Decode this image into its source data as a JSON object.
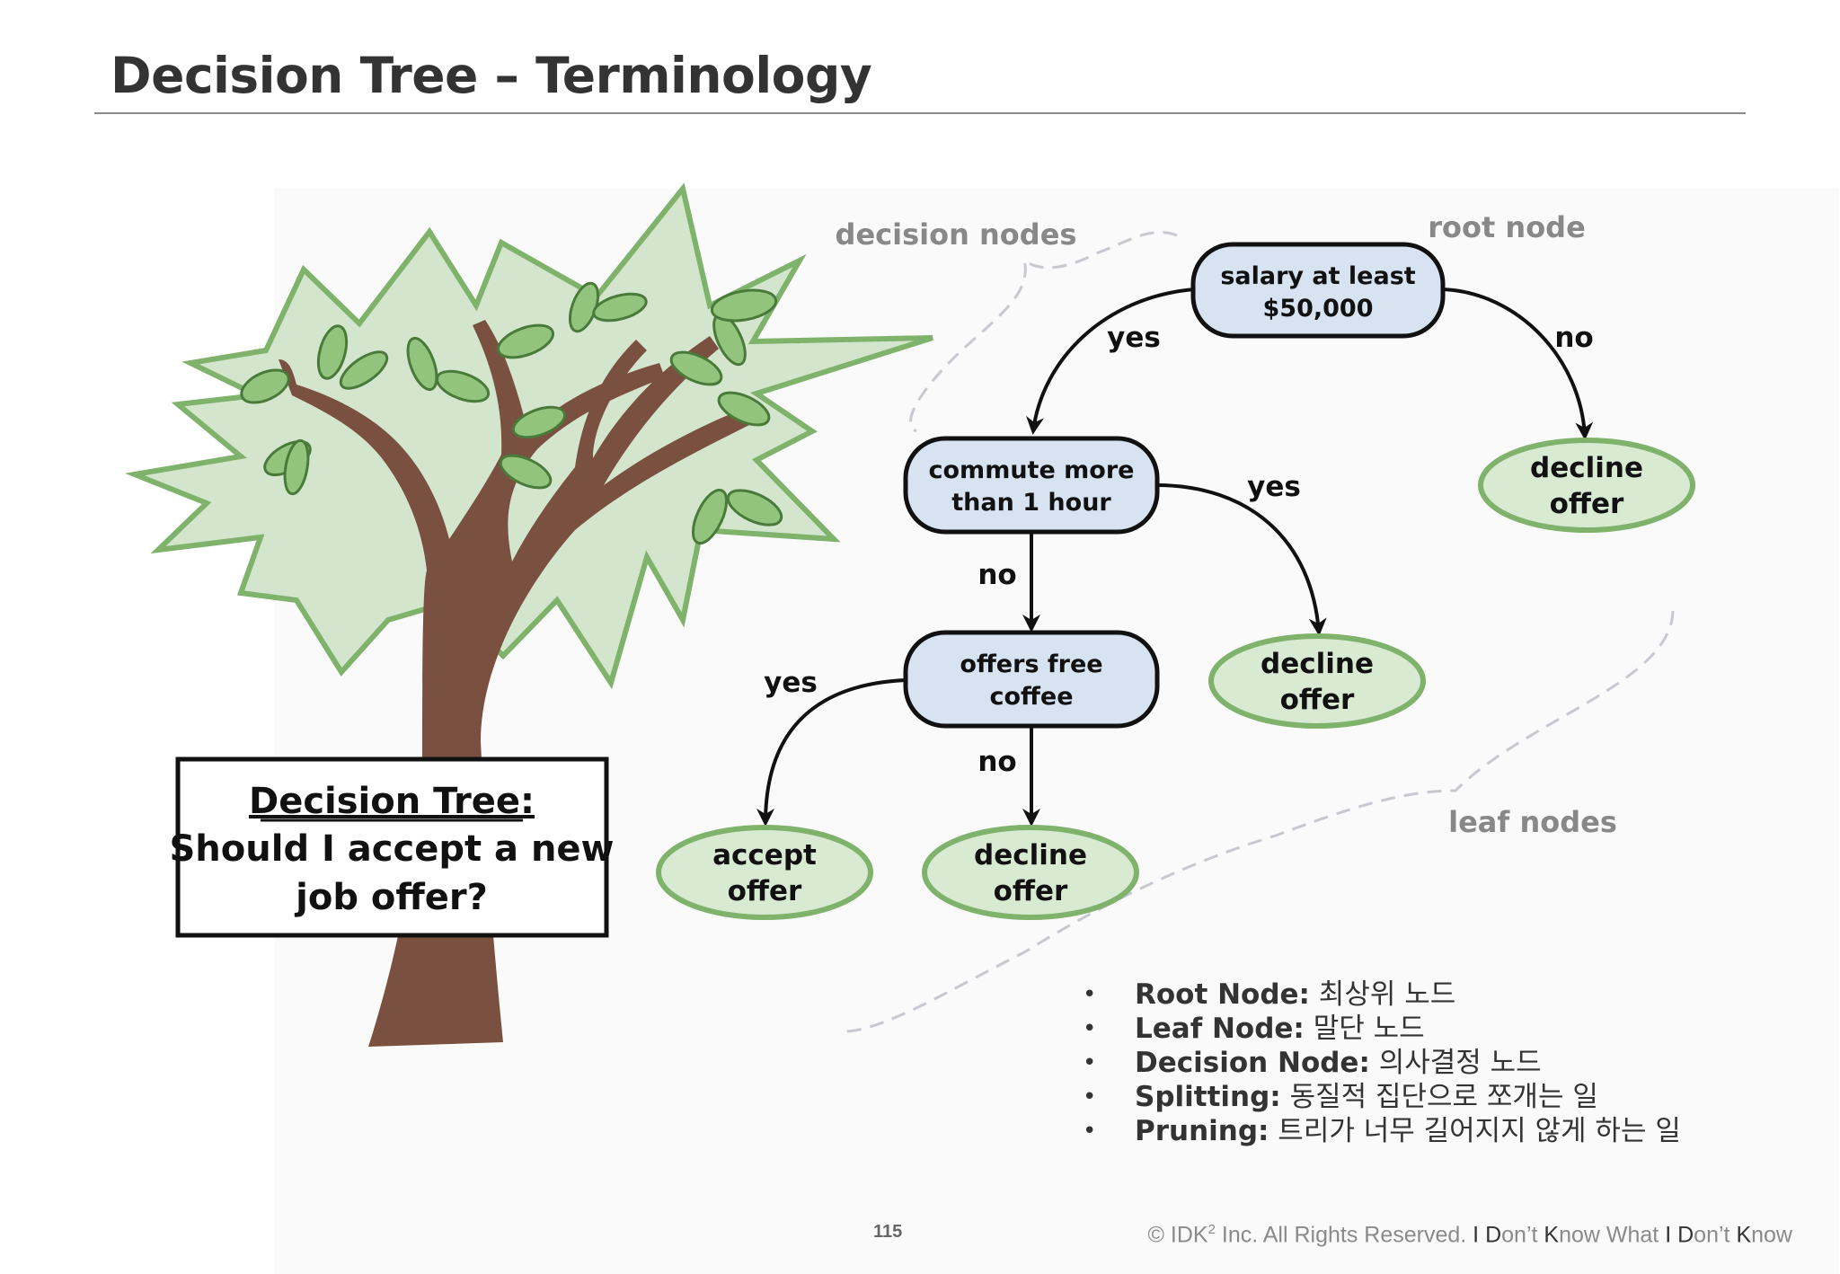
{
  "page": {
    "title": "Decision Tree – Terminology",
    "page_number": "115"
  },
  "diagram": {
    "sign": {
      "heading": "Decision Tree:",
      "line1": "Should I accept a new",
      "line2": "job offer?"
    },
    "callouts": {
      "decision_nodes": "decision nodes",
      "root_node": "root node",
      "leaf_nodes": "leaf nodes"
    },
    "root": {
      "line1": "salary at least",
      "line2": "$50,000"
    },
    "commute": {
      "line1": "commute more",
      "line2": "than 1 hour"
    },
    "coffee": {
      "line1": "offers free",
      "line2": "coffee"
    },
    "leaf_decline_1": {
      "line1": "decline",
      "line2": "offer"
    },
    "leaf_decline_2": {
      "line1": "decline",
      "line2": "offer"
    },
    "leaf_decline_3": {
      "line1": "decline",
      "line2": "offer"
    },
    "leaf_accept": {
      "line1": "accept",
      "line2": "offer"
    },
    "edges": {
      "root_yes": "yes",
      "root_no": "no",
      "commute_yes": "yes",
      "commute_no": "no",
      "coffee_yes": "yes",
      "coffee_no": "no"
    },
    "colors": {
      "decision_fill": "#d7e3f0",
      "leaf_fill": "#d9ead3",
      "leaf_border": "#7fb26b",
      "trunk": "#7a5140",
      "canopy": "#d3e6cd",
      "canopy_border": "#7fb26b"
    }
  },
  "terms": [
    {
      "term": "Root Node:",
      "desc": "최상위 노드"
    },
    {
      "term": "Leaf Node:",
      "desc": "말단 노드"
    },
    {
      "term": "Decision Node:",
      "desc": "의사결정 노드"
    },
    {
      "term": "Splitting:",
      "desc": "동질적 집단으로 쪼개는 일"
    },
    {
      "term": "Pruning:",
      "desc": "트리가 너무 길어지지 않게 하는 일"
    }
  ],
  "footer": {
    "copyright": "© IDK",
    "superscript": "2",
    "company": " Inc. All Rights Reserved.  ",
    "slogan_parts": [
      "I",
      " ",
      "D",
      "on’t ",
      "K",
      "now What ",
      "I",
      " ",
      "D",
      "on’t ",
      "K",
      "now"
    ]
  }
}
